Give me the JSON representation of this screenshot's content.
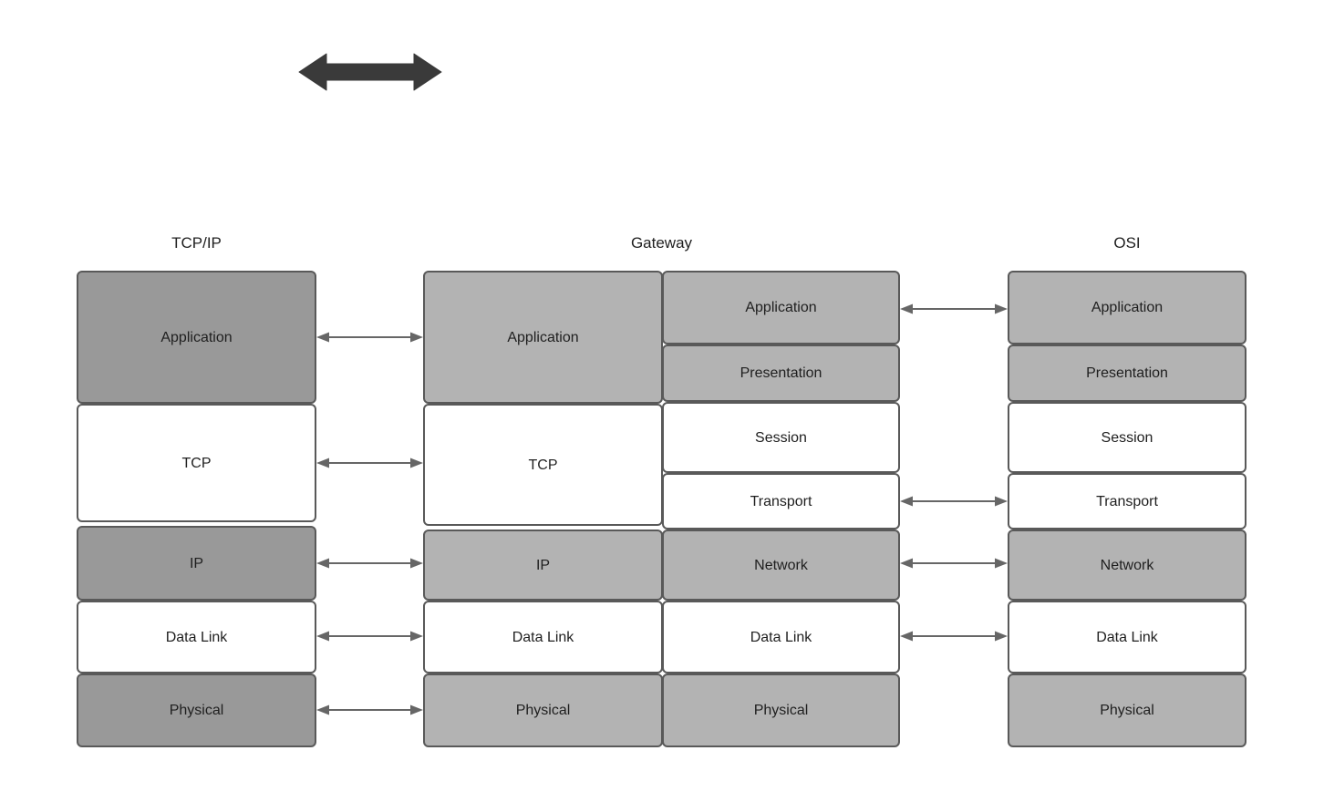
{
  "diagram": {
    "title_top_arrow": "bidirectional-arrow",
    "colors": {
      "box_border": "#595959",
      "shade_dark": "#999999",
      "shade_mid": "#b3b3b3",
      "shade_white": "#ffffff",
      "text": "#1f1f1f",
      "connector": "#666666",
      "big_arrow": "#3a3a3a",
      "background": "#ffffff"
    },
    "columns": [
      {
        "id": "tcpip",
        "title": "TCP/IP",
        "sublanes": [
          {
            "id": "tcpip-main",
            "layers": [
              {
                "label": "Application",
                "shade": "dark"
              },
              {
                "label": "TCP",
                "shade": "white"
              },
              {
                "label": "IP",
                "shade": "dark"
              },
              {
                "label": "Data Link",
                "shade": "white"
              },
              {
                "label": "Physical",
                "shade": "dark"
              }
            ]
          }
        ]
      },
      {
        "id": "gateway",
        "title": "Gateway",
        "sublanes": [
          {
            "id": "gateway-left",
            "layers": [
              {
                "label": "Application",
                "shade": "mid"
              },
              {
                "label": "TCP",
                "shade": "white"
              },
              {
                "label": "IP",
                "shade": "mid"
              },
              {
                "label": "Data Link",
                "shade": "white"
              },
              {
                "label": "Physical",
                "shade": "mid"
              }
            ]
          },
          {
            "id": "gateway-right",
            "layers": [
              {
                "label": "Application",
                "shade": "mid"
              },
              {
                "label": "Presentation",
                "shade": "mid"
              },
              {
                "label": "Session",
                "shade": "white"
              },
              {
                "label": "Transport",
                "shade": "white"
              },
              {
                "label": "Network",
                "shade": "mid"
              },
              {
                "label": "Data Link",
                "shade": "white"
              },
              {
                "label": "Physical",
                "shade": "mid"
              }
            ]
          }
        ]
      },
      {
        "id": "osi",
        "title": "OSI",
        "sublanes": [
          {
            "id": "osi-main",
            "layers": [
              {
                "label": "Application",
                "shade": "mid"
              },
              {
                "label": "Presentation",
                "shade": "mid"
              },
              {
                "label": "Session",
                "shade": "white"
              },
              {
                "label": "Transport",
                "shade": "white"
              },
              {
                "label": "Network",
                "shade": "mid"
              },
              {
                "label": "Data Link",
                "shade": "white"
              },
              {
                "label": "Physical",
                "shade": "mid"
              }
            ]
          }
        ]
      }
    ],
    "connectors_left": [
      {
        "pair": "Application",
        "from": "tcpip-main",
        "to": "gateway-left"
      },
      {
        "pair": "TCP",
        "from": "tcpip-main",
        "to": "gateway-left"
      },
      {
        "pair": "IP",
        "from": "tcpip-main",
        "to": "gateway-left"
      },
      {
        "pair": "Data Link",
        "from": "tcpip-main",
        "to": "gateway-left"
      },
      {
        "pair": "Physical",
        "from": "tcpip-main",
        "to": "gateway-left"
      }
    ],
    "connectors_right": [
      {
        "pair": "Application",
        "from": "gateway-right",
        "to": "osi-main"
      },
      {
        "pair": "Transport",
        "from": "gateway-right",
        "to": "osi-main"
      },
      {
        "pair": "Network",
        "from": "gateway-right",
        "to": "osi-main"
      },
      {
        "pair": "Data Link",
        "from": "gateway-right",
        "to": "osi-main"
      }
    ]
  }
}
